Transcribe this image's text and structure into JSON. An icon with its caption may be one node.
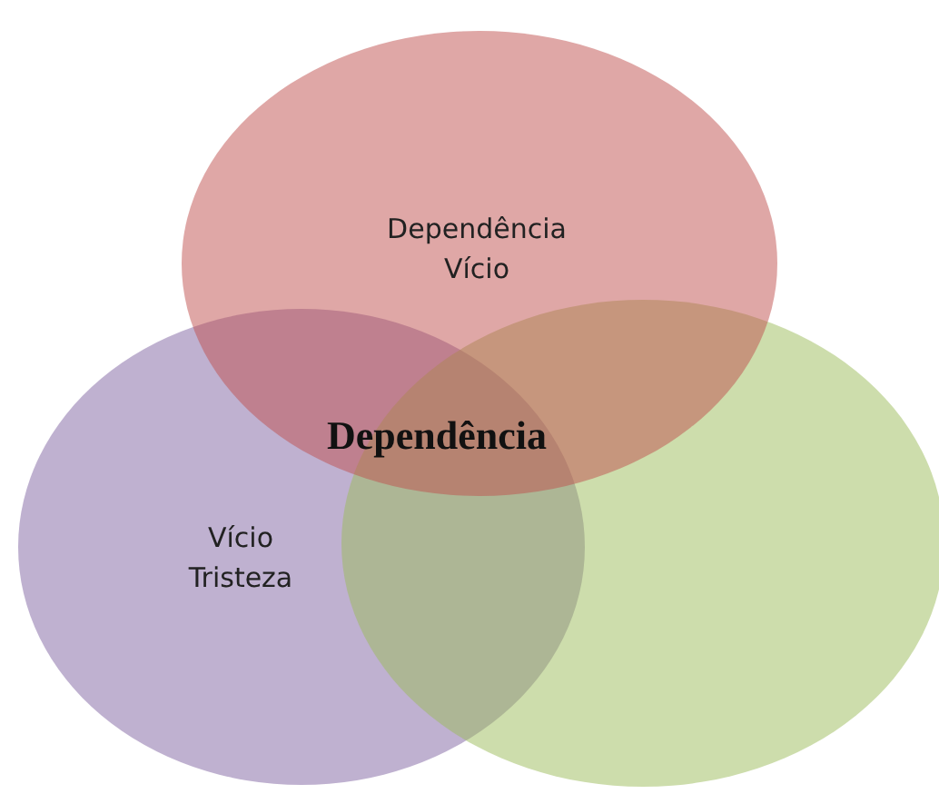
{
  "diagram": {
    "nodes": [
      {
        "text": [
          "Dependência Vício"
        ]
      },
      {
        "text": [
          "Vício Tristeza"
        ]
      },
      {
        "text": [],
        "shape": "circle"
      }
    ],
    "labels": [
      "Dependência"
    ]
  }
}
